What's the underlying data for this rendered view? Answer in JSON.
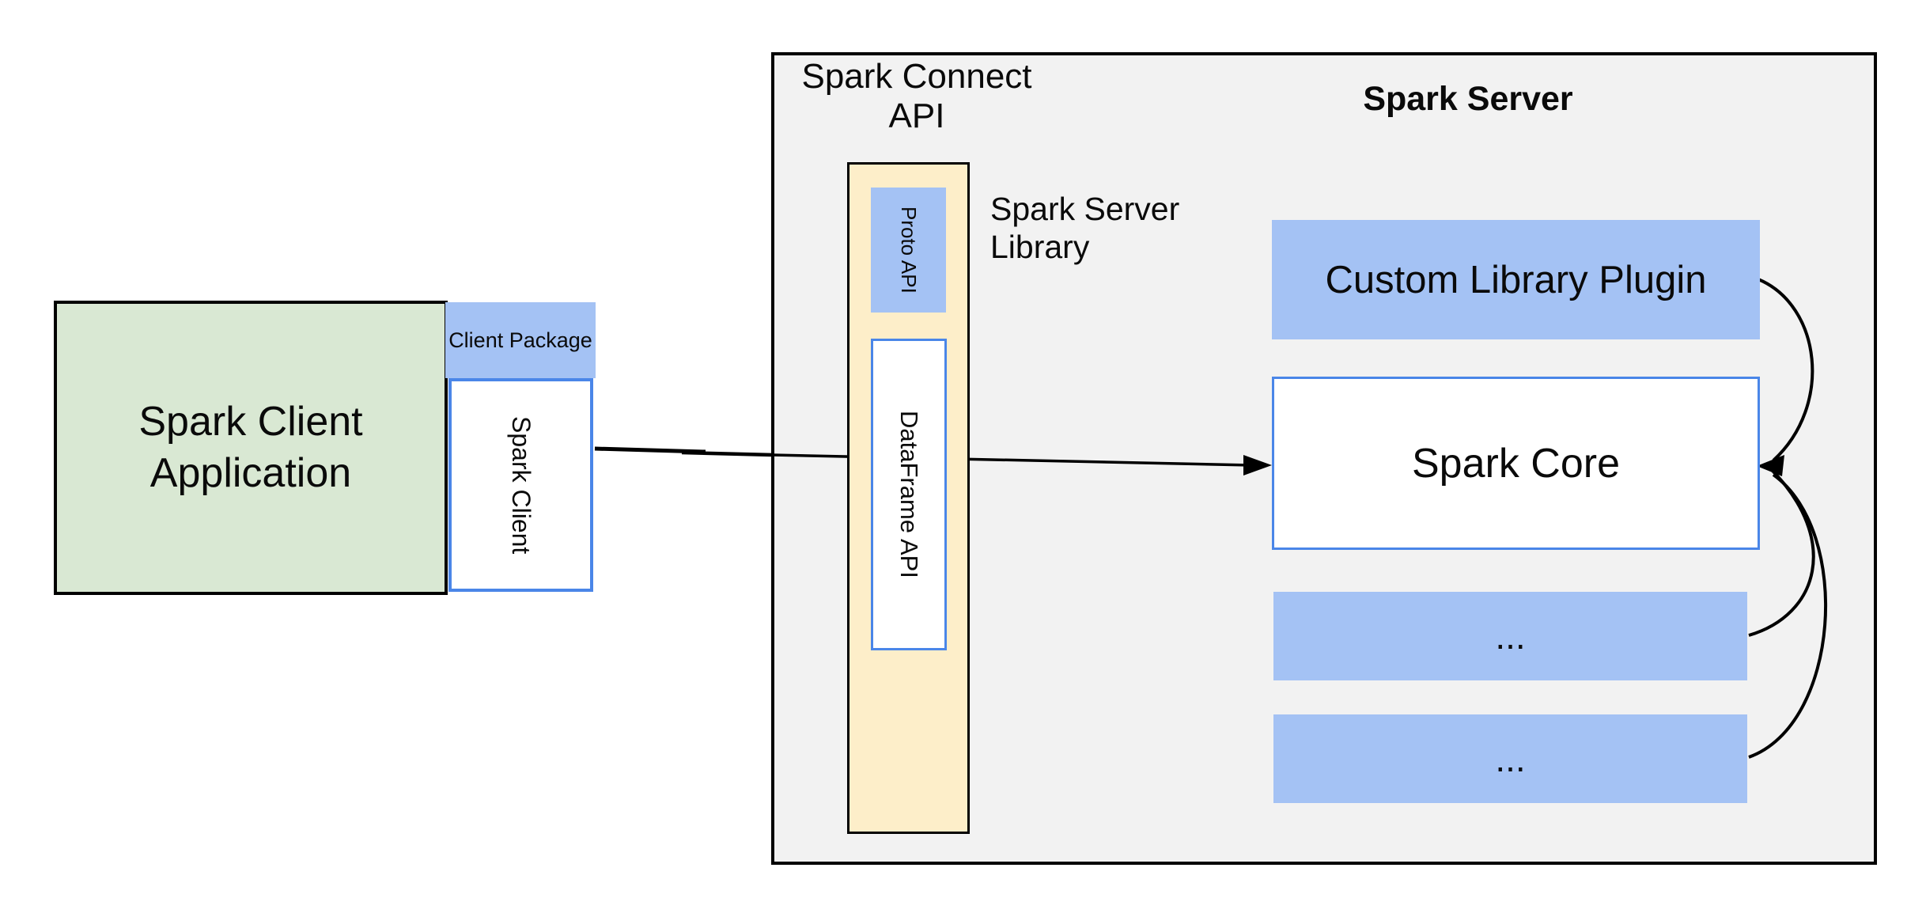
{
  "colors": {
    "container_fill": "#f2f2f2",
    "blue_fill": "#a4c2f4",
    "blue_border": "#4a86e8",
    "yellow_fill": "#fdeec9",
    "green_fill": "#d9e8d3",
    "line": "#000000"
  },
  "client": {
    "application_label": "Spark Client Application",
    "package_label": "Client Package",
    "library_label": "Spark Client"
  },
  "connect_api": {
    "title": "Spark Connect API",
    "proto_label": "Proto API",
    "dataframe_label": "DataFrame API"
  },
  "server": {
    "title": "Spark Server",
    "library_caption": "Spark Server Library",
    "plugin_label": "Custom Library Plugin",
    "core_label": "Spark Core",
    "module_row_1": "...",
    "module_row_2": "..."
  }
}
